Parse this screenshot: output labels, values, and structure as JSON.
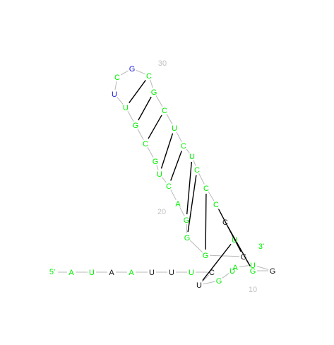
{
  "diagram": {
    "type": "rna-secondary-structure",
    "colors": {
      "green": "#00ee00",
      "black": "#111111",
      "blue": "#1a1adf",
      "backbone": "#b8b8b8",
      "pair": "#000000",
      "label": "#c2c2c2"
    },
    "nucleotides": [
      {
        "base": "A",
        "color": "green"
      },
      {
        "base": "U",
        "color": "green"
      },
      {
        "base": "A",
        "color": "black"
      },
      {
        "base": "A",
        "color": "green"
      },
      {
        "base": "U",
        "color": "black"
      },
      {
        "base": "U",
        "color": "black"
      },
      {
        "base": "U",
        "color": "green"
      },
      {
        "base": "C",
        "color": "black"
      },
      {
        "base": "U",
        "color": "black"
      },
      {
        "base": "G",
        "color": "green"
      },
      {
        "base": "U",
        "color": "green"
      },
      {
        "base": "A",
        "color": "green"
      },
      {
        "base": "U",
        "color": "green"
      },
      {
        "base": "G",
        "color": "black"
      },
      {
        "base": "G",
        "color": "green"
      },
      {
        "base": "G",
        "color": "black"
      },
      {
        "base": "G",
        "color": "green"
      },
      {
        "base": "G",
        "color": "green"
      },
      {
        "base": "G",
        "color": "green"
      },
      {
        "base": "A",
        "color": "green"
      },
      {
        "base": "C",
        "color": "green"
      },
      {
        "base": "U",
        "color": "green"
      },
      {
        "base": "G",
        "color": "green"
      },
      {
        "base": "C",
        "color": "green"
      },
      {
        "base": "G",
        "color": "green"
      },
      {
        "base": "U",
        "color": "green"
      },
      {
        "base": "U",
        "color": "blue"
      },
      {
        "base": "C",
        "color": "green"
      },
      {
        "base": "G",
        "color": "blue"
      },
      {
        "base": "C",
        "color": "green"
      },
      {
        "base": "G",
        "color": "green"
      },
      {
        "base": "C",
        "color": "green"
      },
      {
        "base": "U",
        "color": "green"
      },
      {
        "base": "C",
        "color": "green"
      },
      {
        "base": "U",
        "color": "green"
      },
      {
        "base": "C",
        "color": "green"
      },
      {
        "base": "C",
        "color": "green"
      },
      {
        "base": "C",
        "color": "green"
      },
      {
        "base": "C",
        "color": "black"
      },
      {
        "base": "U",
        "color": "green"
      }
    ],
    "pairs": [
      [
        8,
        39
      ],
      [
        14,
        38
      ],
      [
        15,
        37
      ],
      [
        16,
        36
      ],
      [
        17,
        35
      ],
      [
        18,
        34
      ],
      [
        20,
        33
      ],
      [
        21,
        32
      ],
      [
        23,
        31
      ],
      [
        24,
        30
      ],
      [
        25,
        29
      ]
    ],
    "labels": {
      "five_prime": "5'",
      "three_prime": "3'",
      "pos10": "10",
      "pos20": "20",
      "pos30": "30"
    }
  }
}
